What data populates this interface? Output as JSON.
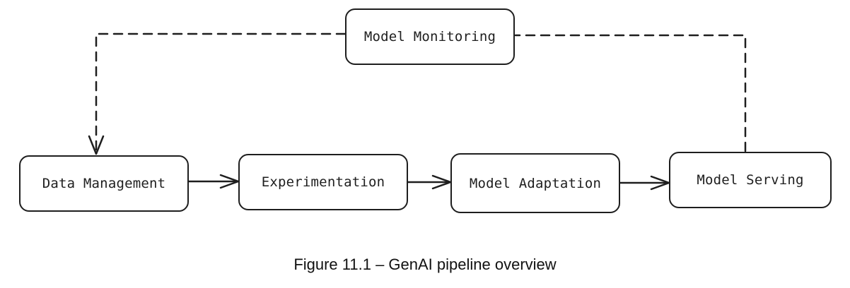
{
  "diagram": {
    "stroke_color": "#1e1e1e",
    "nodes": {
      "monitoring": "Model Monitoring",
      "data": "Data Management",
      "experimentation": "Experimentation",
      "adaptation": "Model Adaptation",
      "serving": "Model Serving"
    },
    "edges": [
      {
        "from": "data",
        "to": "experimentation",
        "style": "solid"
      },
      {
        "from": "experimentation",
        "to": "adaptation",
        "style": "solid"
      },
      {
        "from": "adaptation",
        "to": "serving",
        "style": "solid"
      },
      {
        "from": "serving",
        "to": "monitoring",
        "style": "dashed"
      },
      {
        "from": "monitoring",
        "to": "data",
        "style": "dashed"
      }
    ]
  },
  "caption": "Figure 11.1 – GenAI pipeline overview"
}
